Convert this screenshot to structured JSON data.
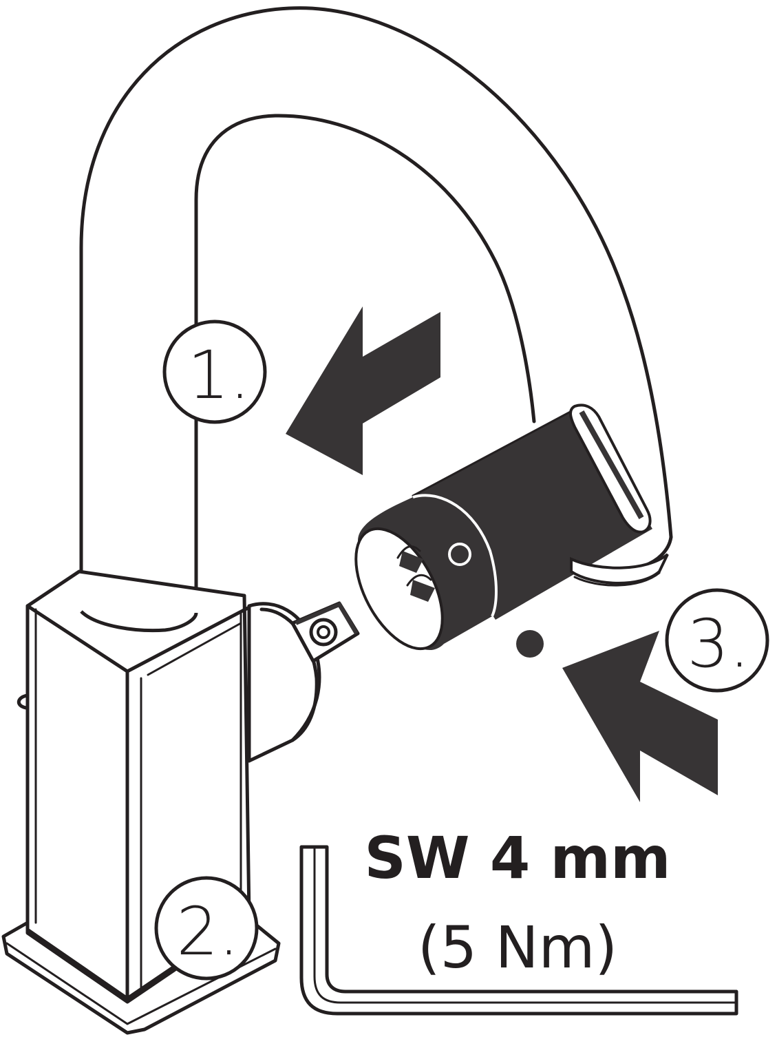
{
  "steps": [
    {
      "label": "1."
    },
    {
      "label": "2."
    },
    {
      "label": "3."
    }
  ],
  "tool": {
    "size": "SW 4 mm",
    "torque": "(5 Nm)"
  },
  "colors": {
    "ink": "#231f20",
    "arrow_fill": "#373435",
    "background": "#ffffff"
  },
  "icons": [
    "faucet-illustration",
    "hex-key-icon",
    "arrow-icon"
  ]
}
